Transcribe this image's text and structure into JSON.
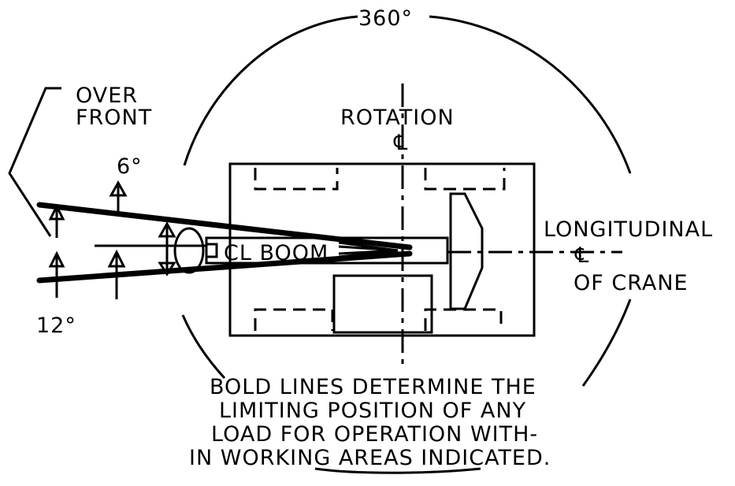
{
  "labels": {
    "angle_360": "360°",
    "over_front_line1": "OVER",
    "over_front_line2": "FRONT",
    "rotation": "ROTATION",
    "angle_6": "6°",
    "angle_12": "12°",
    "cl_boom": "CL BOOM",
    "longitudinal": "LONGITUDINAL",
    "of_crane": "OF CRANE",
    "note_line1": "BOLD LINES DETERMINE THE",
    "note_line2": "LIMITING POSITION OF ANY",
    "note_line3": "LOAD FOR OPERATION WITH-",
    "note_line4": "IN WORKING AREAS INDICATED."
  },
  "colors": {
    "ink": "#000000",
    "paper": "#ffffff"
  }
}
